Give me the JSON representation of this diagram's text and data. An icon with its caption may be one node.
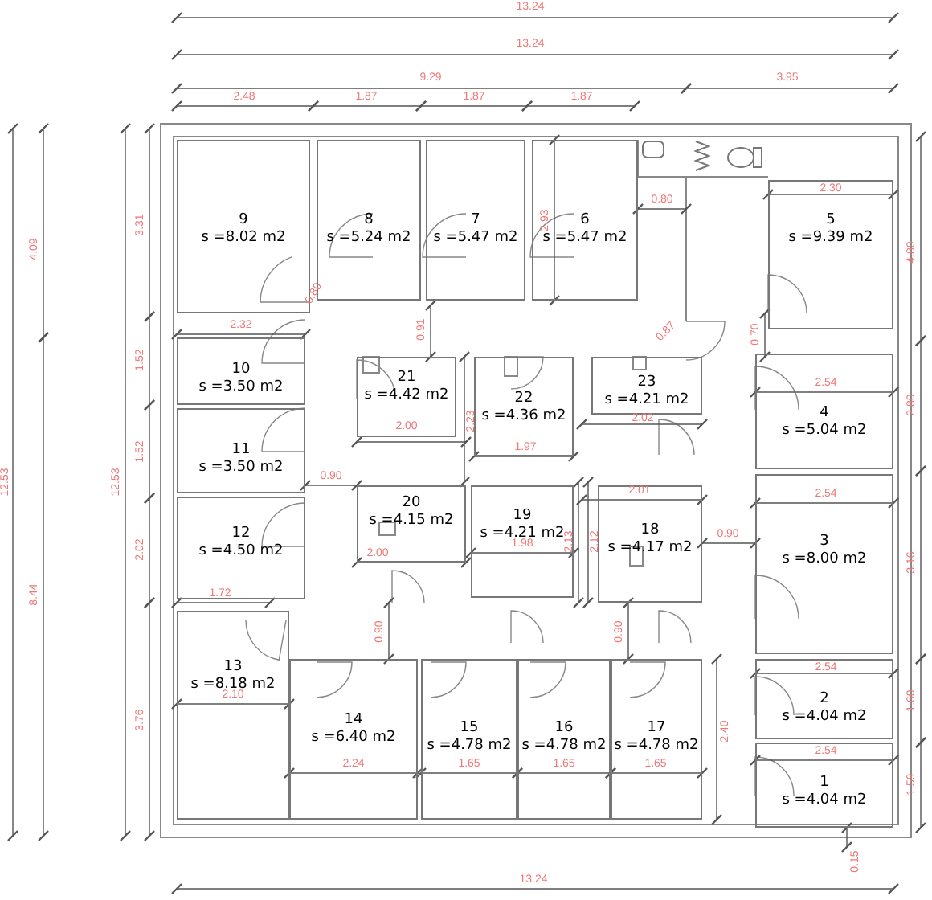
{
  "diagram": {
    "nodes": [
      {
        "text": [
          "9",
          "s =8.02 m2"
        ]
      },
      {
        "text": [
          "8",
          "s =5.24 m2"
        ]
      },
      {
        "text": [
          "7",
          "s =5.47 m2"
        ]
      },
      {
        "text": [
          "6",
          "s =5.47 m2"
        ]
      },
      {
        "text": [
          "5",
          "s =9.39 m2"
        ]
      },
      {
        "text": [
          "10",
          "s =3.50 m2"
        ]
      },
      {
        "text": [
          "21",
          "s =4.42 m2"
        ]
      },
      {
        "text": [
          "22",
          "s =4.36 m2"
        ]
      },
      {
        "text": [
          "23",
          "s =4.21 m2"
        ]
      },
      {
        "text": [
          "4",
          "s =5.04 m2"
        ]
      },
      {
        "text": [
          "11",
          "s =3.50 m2"
        ]
      },
      {
        "text": [
          "20",
          "s =4.15 m2"
        ]
      },
      {
        "text": [
          "19",
          "s =4.21 m2"
        ]
      },
      {
        "text": [
          "18",
          "s =4.17 m2"
        ]
      },
      {
        "text": [
          "12",
          "s =4.50 m2"
        ]
      },
      {
        "text": [
          "3",
          "s =8.00 m2"
        ]
      },
      {
        "text": [
          "13",
          "s =8.18 m2"
        ]
      },
      {
        "text": [
          "14",
          "s =6.40 m2"
        ]
      },
      {
        "text": [
          "15",
          "s =4.78 m2"
        ]
      },
      {
        "text": [
          "16",
          "s =4.78 m2"
        ]
      },
      {
        "text": [
          "17",
          "s =4.78 m2"
        ]
      },
      {
        "text": [
          "2",
          "s =4.04 m2"
        ]
      },
      {
        "text": [
          "1",
          "s =4.04 m2"
        ]
      }
    ],
    "labels": [
      "13.24",
      "13.24",
      "9.29",
      "3.95",
      "2.48",
      "1.87",
      "1.87",
      "1.87",
      "4.09",
      "3.31",
      "2.30",
      "0.80",
      "2.93",
      "4.80",
      "0.80",
      "0.91",
      "2.32",
      "0.87",
      "0.70",
      "1.52",
      "2.54",
      "2.02",
      "2.23",
      "2.80",
      "2.00",
      "1.97",
      "1.52",
      "12.53",
      "12.53",
      "0.90",
      "2.01",
      "2.54",
      "0.90",
      "2.13",
      "2.12",
      "1.98",
      "2.02",
      "2.00",
      "3.16",
      "1.72",
      "8.44",
      "0.90",
      "0.90",
      "2.54",
      "1.60",
      "2.10",
      "3.76",
      "2.40",
      "2.54",
      "2.24",
      "1.65",
      "1.65",
      "1.65",
      "1.59",
      "0.15",
      "13.24"
    ]
  }
}
